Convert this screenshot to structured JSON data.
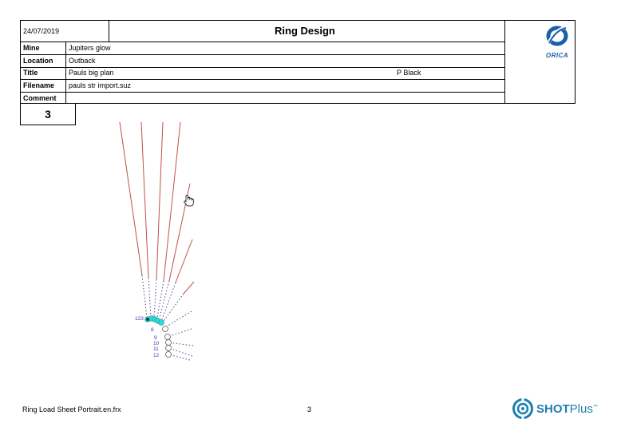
{
  "header": {
    "date": "24/07/2019",
    "report_title": "Ring Design",
    "fields": [
      {
        "label": "Mine",
        "value": "Jupiters glow"
      },
      {
        "label": "Location",
        "value": "Outback"
      },
      {
        "label": "Title",
        "value": "Pauls big plan",
        "extra": "P Black"
      },
      {
        "label": "Filename",
        "value": "pauls str import.suz"
      },
      {
        "label": "Comment",
        "value": ""
      }
    ],
    "ring_number": "3",
    "brand": "ORICA"
  },
  "diagram": {
    "hole_labels": [
      "123",
      "8",
      "9",
      "10",
      "11",
      "12"
    ],
    "cursor_icon": "hand-pointer-icon",
    "colors": {
      "charge": "#c0504d",
      "uncharged": "#4a4a8a",
      "highlight": "#33d6d6"
    }
  },
  "footer": {
    "template_name": "Ring Load Sheet Portrait.en.frx",
    "page_number": "3",
    "brand_main": "SHOT",
    "brand_suffix": "Plus",
    "trademark": "™"
  }
}
